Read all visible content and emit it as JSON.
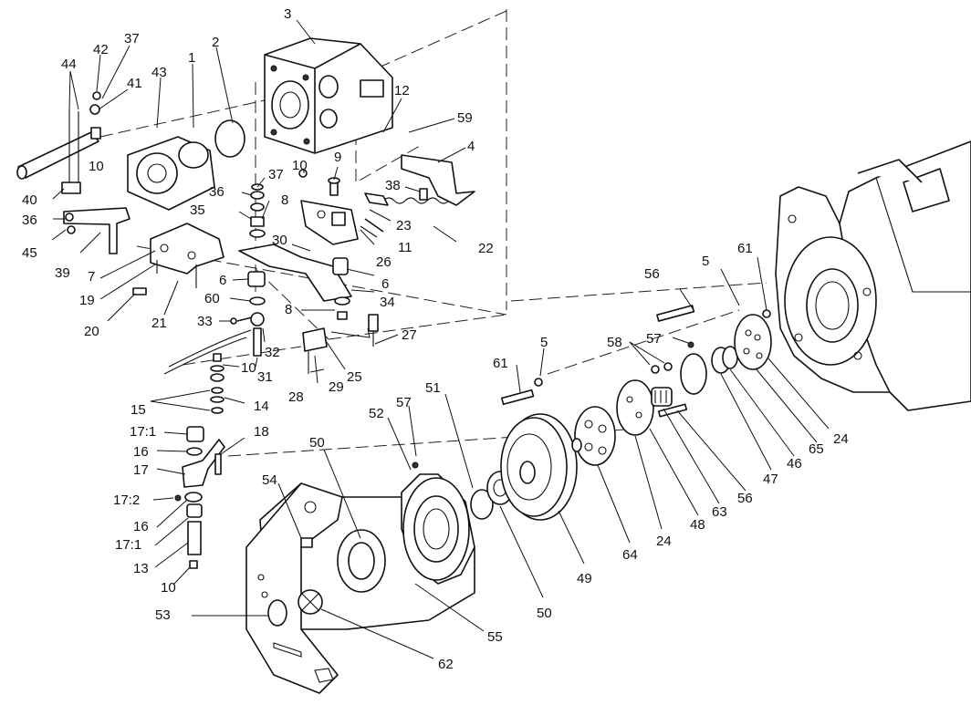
{
  "diagram": {
    "labels": [
      {
        "id": "l3",
        "text": "3"
      },
      {
        "id": "l37a",
        "text": "37"
      },
      {
        "id": "l42",
        "text": "42"
      },
      {
        "id": "l44",
        "text": "44"
      },
      {
        "id": "l41",
        "text": "41"
      },
      {
        "id": "l43",
        "text": "43"
      },
      {
        "id": "l1",
        "text": "1"
      },
      {
        "id": "l2",
        "text": "2"
      },
      {
        "id": "l12",
        "text": "12"
      },
      {
        "id": "l59",
        "text": "59"
      },
      {
        "id": "l4",
        "text": "4"
      },
      {
        "id": "l9",
        "text": "9"
      },
      {
        "id": "l10a",
        "text": "10"
      },
      {
        "id": "l10b",
        "text": "10"
      },
      {
        "id": "l37b",
        "text": "37"
      },
      {
        "id": "l38",
        "text": "38"
      },
      {
        "id": "l36a",
        "text": "36"
      },
      {
        "id": "l8a",
        "text": "8"
      },
      {
        "id": "l35",
        "text": "35"
      },
      {
        "id": "l40",
        "text": "40"
      },
      {
        "id": "l36b",
        "text": "36"
      },
      {
        "id": "l45",
        "text": "45"
      },
      {
        "id": "l39",
        "text": "39"
      },
      {
        "id": "l7",
        "text": "7"
      },
      {
        "id": "l19",
        "text": "19"
      },
      {
        "id": "l20",
        "text": "20"
      },
      {
        "id": "l21",
        "text": "21"
      },
      {
        "id": "l23",
        "text": "23"
      },
      {
        "id": "l11",
        "text": "11"
      },
      {
        "id": "l22",
        "text": "22"
      },
      {
        "id": "l30",
        "text": "30"
      },
      {
        "id": "l26",
        "text": "26"
      },
      {
        "id": "l6a",
        "text": "6"
      },
      {
        "id": "l6b",
        "text": "6"
      },
      {
        "id": "l34",
        "text": "34"
      },
      {
        "id": "l60",
        "text": "60"
      },
      {
        "id": "l8b",
        "text": "8"
      },
      {
        "id": "l33",
        "text": "33"
      },
      {
        "id": "l32",
        "text": "32"
      },
      {
        "id": "l27",
        "text": "27"
      },
      {
        "id": "l10c",
        "text": "10"
      },
      {
        "id": "l31",
        "text": "31"
      },
      {
        "id": "l25",
        "text": "25"
      },
      {
        "id": "l28",
        "text": "28"
      },
      {
        "id": "l29",
        "text": "29"
      },
      {
        "id": "l15",
        "text": "15"
      },
      {
        "id": "l14",
        "text": "14"
      },
      {
        "id": "l17_1a",
        "text": "17:1"
      },
      {
        "id": "l18",
        "text": "18"
      },
      {
        "id": "l16a",
        "text": "16"
      },
      {
        "id": "l17",
        "text": "17"
      },
      {
        "id": "l17_2",
        "text": "17:2"
      },
      {
        "id": "l16b",
        "text": "16"
      },
      {
        "id": "l17_1b",
        "text": "17:1"
      },
      {
        "id": "l13",
        "text": "13"
      },
      {
        "id": "l10d",
        "text": "10"
      },
      {
        "id": "l56a",
        "text": "56"
      },
      {
        "id": "l5a",
        "text": "5"
      },
      {
        "id": "l61a",
        "text": "61"
      },
      {
        "id": "l58",
        "text": "58"
      },
      {
        "id": "l57a",
        "text": "57"
      },
      {
        "id": "l61b",
        "text": "61"
      },
      {
        "id": "l5b",
        "text": "5"
      },
      {
        "id": "l51",
        "text": "51"
      },
      {
        "id": "l57b",
        "text": "57"
      },
      {
        "id": "l52",
        "text": "52"
      },
      {
        "id": "l50a",
        "text": "50"
      },
      {
        "id": "l54",
        "text": "54"
      },
      {
        "id": "l24a",
        "text": "24"
      },
      {
        "id": "l65",
        "text": "65"
      },
      {
        "id": "l46",
        "text": "46"
      },
      {
        "id": "l47",
        "text": "47"
      },
      {
        "id": "l56b",
        "text": "56"
      },
      {
        "id": "l63",
        "text": "63"
      },
      {
        "id": "l48",
        "text": "48"
      },
      {
        "id": "l24b",
        "text": "24"
      },
      {
        "id": "l64",
        "text": "64"
      },
      {
        "id": "l49",
        "text": "49"
      },
      {
        "id": "l50b",
        "text": "50"
      },
      {
        "id": "l55",
        "text": "55"
      },
      {
        "id": "l53",
        "text": "53"
      },
      {
        "id": "l62",
        "text": "62"
      }
    ]
  }
}
